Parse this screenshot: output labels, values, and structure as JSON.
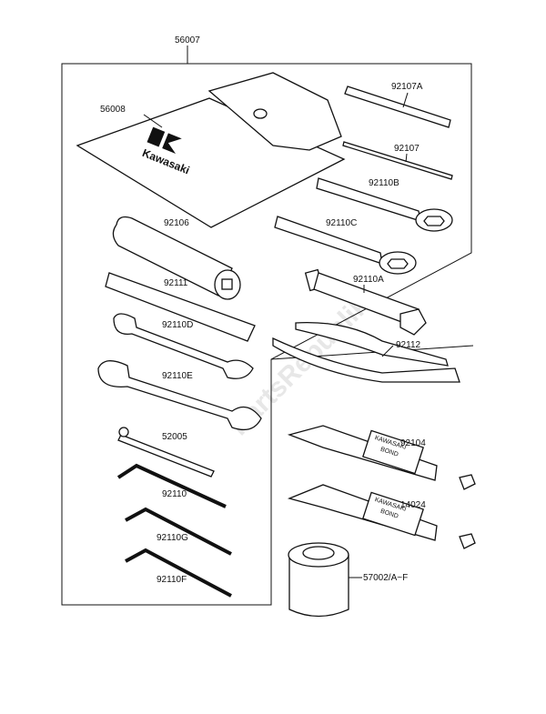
{
  "diagram": {
    "watermark": "PartsRepublik",
    "pouch_brand": "Kawasaki",
    "tube_label_line1": "KAWASAKI",
    "tube_label_line2": "BOND",
    "parts": {
      "kit": "56007",
      "pouch": "56008",
      "screwdriver_phillips": "92107A",
      "screwdriver_flat": "92107",
      "box_wrench_b": "92110B",
      "handle": "92106",
      "box_wrench_c": "92110C",
      "bar": "92111",
      "plug_wrench": "92110A",
      "open_wrench_d": "92110D",
      "pliers": "92112",
      "open_wrench_e": "92110E",
      "bond_tube_1": "92104",
      "screwdriver_small": "52005",
      "hex_key": "92110",
      "bond_tube_2": "14024",
      "hex_key_g": "92110G",
      "hex_key_f": "92110F",
      "can": "57002/A~F"
    }
  }
}
